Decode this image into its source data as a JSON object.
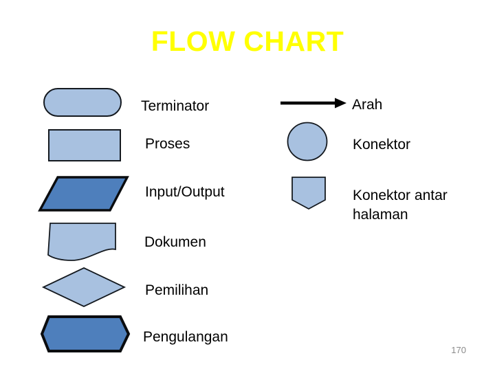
{
  "slide": {
    "title": "FLOW CHART",
    "page_number": "170"
  },
  "colors": {
    "background": "#FFFFFF",
    "title": "#FFFF00",
    "label_text": "#000000",
    "fill_light": "#A8C1E0",
    "fill_dark": "#4E7FBC",
    "stroke_thin": "#14191F",
    "stroke_thick": "#0A0C0F",
    "arrow": "#000000",
    "page_number": "#8A8A8A"
  },
  "legend_left": [
    {
      "shape": "terminator",
      "label": "Terminator"
    },
    {
      "shape": "process-rectangle",
      "label": "Proses"
    },
    {
      "shape": "input-output-parallelogram",
      "label": "Input/Output"
    },
    {
      "shape": "document",
      "label": "Dokumen"
    },
    {
      "shape": "decision-diamond",
      "label": "Pemilihan"
    },
    {
      "shape": "loop-hexagon",
      "label": "Pengulangan"
    }
  ],
  "legend_right": [
    {
      "shape": "flow-arrow",
      "label": "Arah"
    },
    {
      "shape": "connector-circle",
      "label": "Konektor"
    },
    {
      "shape": "off-page-connector",
      "label": "Konektor antar halaman"
    }
  ]
}
